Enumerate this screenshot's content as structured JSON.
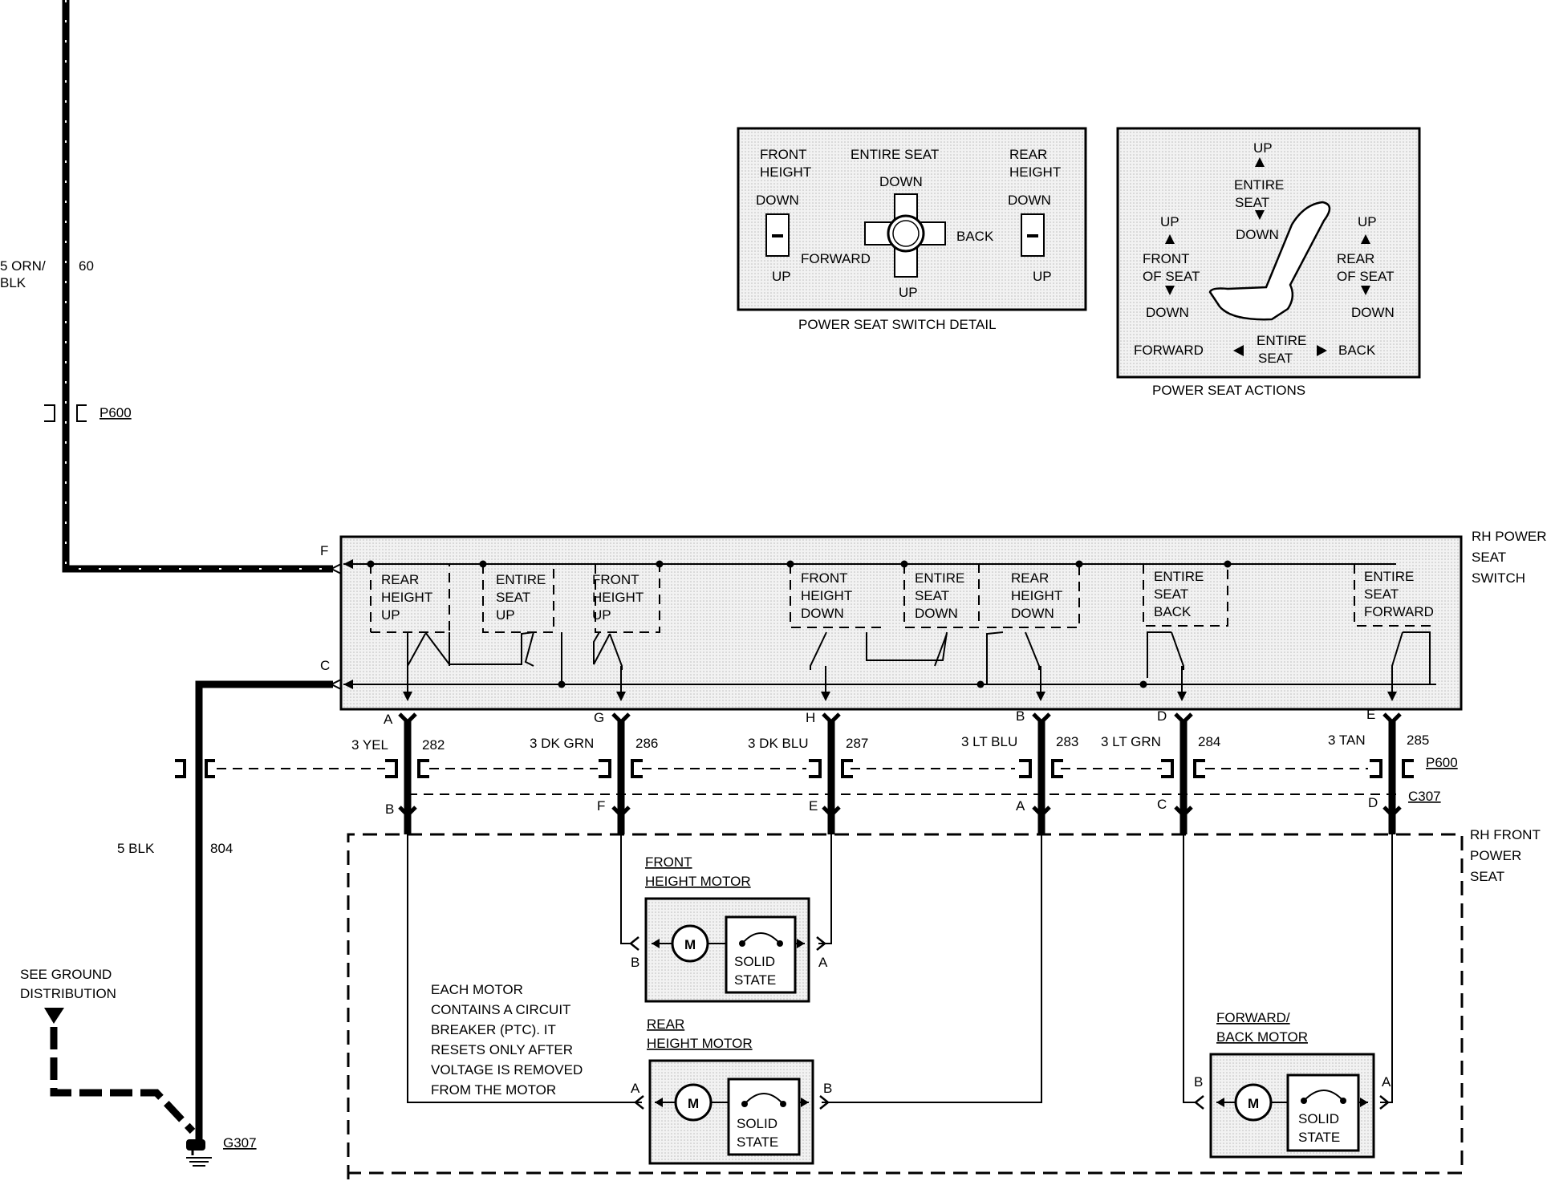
{
  "feed_wire": {
    "gauge_color": "5 ORN/",
    "color2": "BLK",
    "circuit": "60"
  },
  "connector_p600_top": "P600",
  "ground_wire": {
    "gauge_color": "5 BLK",
    "circuit": "804"
  },
  "ground_note": {
    "line1": "SEE GROUND",
    "line2": "DISTRIBUTION"
  },
  "ground_label": "G307",
  "switch_label": {
    "line1": "RH POWER",
    "line2": "SEAT",
    "line3": "SWITCH"
  },
  "switch_pins": {
    "feed": "F",
    "ground": "C"
  },
  "switches": [
    {
      "l1": "REAR",
      "l2": "HEIGHT",
      "l3": "UP"
    },
    {
      "l1": "ENTIRE",
      "l2": "SEAT",
      "l3": "UP"
    },
    {
      "l1": "FRONT",
      "l2": "HEIGHT",
      "l3": "UP"
    },
    {
      "l1": "FRONT",
      "l2": "HEIGHT",
      "l3": "DOWN"
    },
    {
      "l1": "ENTIRE",
      "l2": "SEAT",
      "l3": "DOWN"
    },
    {
      "l1": "REAR",
      "l2": "HEIGHT",
      "l3": "DOWN"
    },
    {
      "l1": "ENTIRE",
      "l2": "SEAT",
      "l3": "BACK"
    },
    {
      "l1": "ENTIRE",
      "l2": "SEAT",
      "l3": "FORWARD"
    }
  ],
  "circuits": [
    {
      "top_pin": "A",
      "wire": "3 YEL",
      "circuit": "282",
      "bottom_pin": "B"
    },
    {
      "top_pin": "G",
      "wire": "3 DK GRN",
      "circuit": "286",
      "bottom_pin": "F"
    },
    {
      "top_pin": "H",
      "wire": "3 DK BLU",
      "circuit": "287",
      "bottom_pin": "E"
    },
    {
      "top_pin": "B",
      "wire": "3 LT BLU",
      "circuit": "283",
      "bottom_pin": "A"
    },
    {
      "top_pin": "D",
      "wire": "3 LT GRN",
      "circuit": "284",
      "bottom_pin": "C"
    },
    {
      "top_pin": "E",
      "wire": "3 TAN",
      "circuit": "285",
      "bottom_pin": "D"
    }
  ],
  "connector_p600": "P600",
  "connector_c307": "C307",
  "seat_label": {
    "line1": "RH FRONT",
    "line2": "POWER",
    "line3": "SEAT"
  },
  "motors": {
    "front": {
      "title1": "FRONT",
      "title2": "HEIGHT MOTOR",
      "pin_left": "B",
      "pin_right": "A"
    },
    "rear": {
      "title1": "REAR",
      "title2": "HEIGHT MOTOR",
      "pin_left": "A",
      "pin_right": "B"
    },
    "forward_back": {
      "title1": "FORWARD/",
      "title2": "BACK MOTOR",
      "pin_left": "B",
      "pin_right": "A"
    }
  },
  "motor_symbol": "M",
  "solid_state": {
    "line1": "SOLID",
    "line2": "STATE"
  },
  "motor_note": [
    "EACH MOTOR",
    "CONTAINS A CIRCUIT",
    "BREAKER (PTC). IT",
    "RESETS ONLY AFTER",
    "VOLTAGE IS REMOVED",
    "FROM THE MOTOR"
  ],
  "switch_detail": {
    "caption": "POWER SEAT SWITCH DETAIL",
    "front_height_l1": "FRONT",
    "front_height_l2": "HEIGHT",
    "entire_seat": "ENTIRE SEAT",
    "rear_height_l1": "REAR",
    "rear_height_l2": "HEIGHT",
    "down_left": "DOWN",
    "down_center": "DOWN",
    "down_right": "DOWN",
    "up_left": "UP",
    "up_center": "UP",
    "up_right": "UP",
    "forward": "FORWARD",
    "back": "BACK"
  },
  "seat_actions": {
    "caption": "POWER SEAT ACTIONS",
    "top_up": "UP",
    "entire1": "ENTIRE",
    "seat1": "SEAT",
    "top_down": "DOWN",
    "left_up": "UP",
    "front_of_l1": "FRONT",
    "front_of_l2": "OF SEAT",
    "left_down": "DOWN",
    "right_up": "UP",
    "rear_of_l1": "REAR",
    "rear_of_l2": "OF SEAT",
    "right_down": "DOWN",
    "forward": "FORWARD",
    "entire2": "ENTIRE",
    "seat2": "SEAT",
    "back": "BACK"
  }
}
